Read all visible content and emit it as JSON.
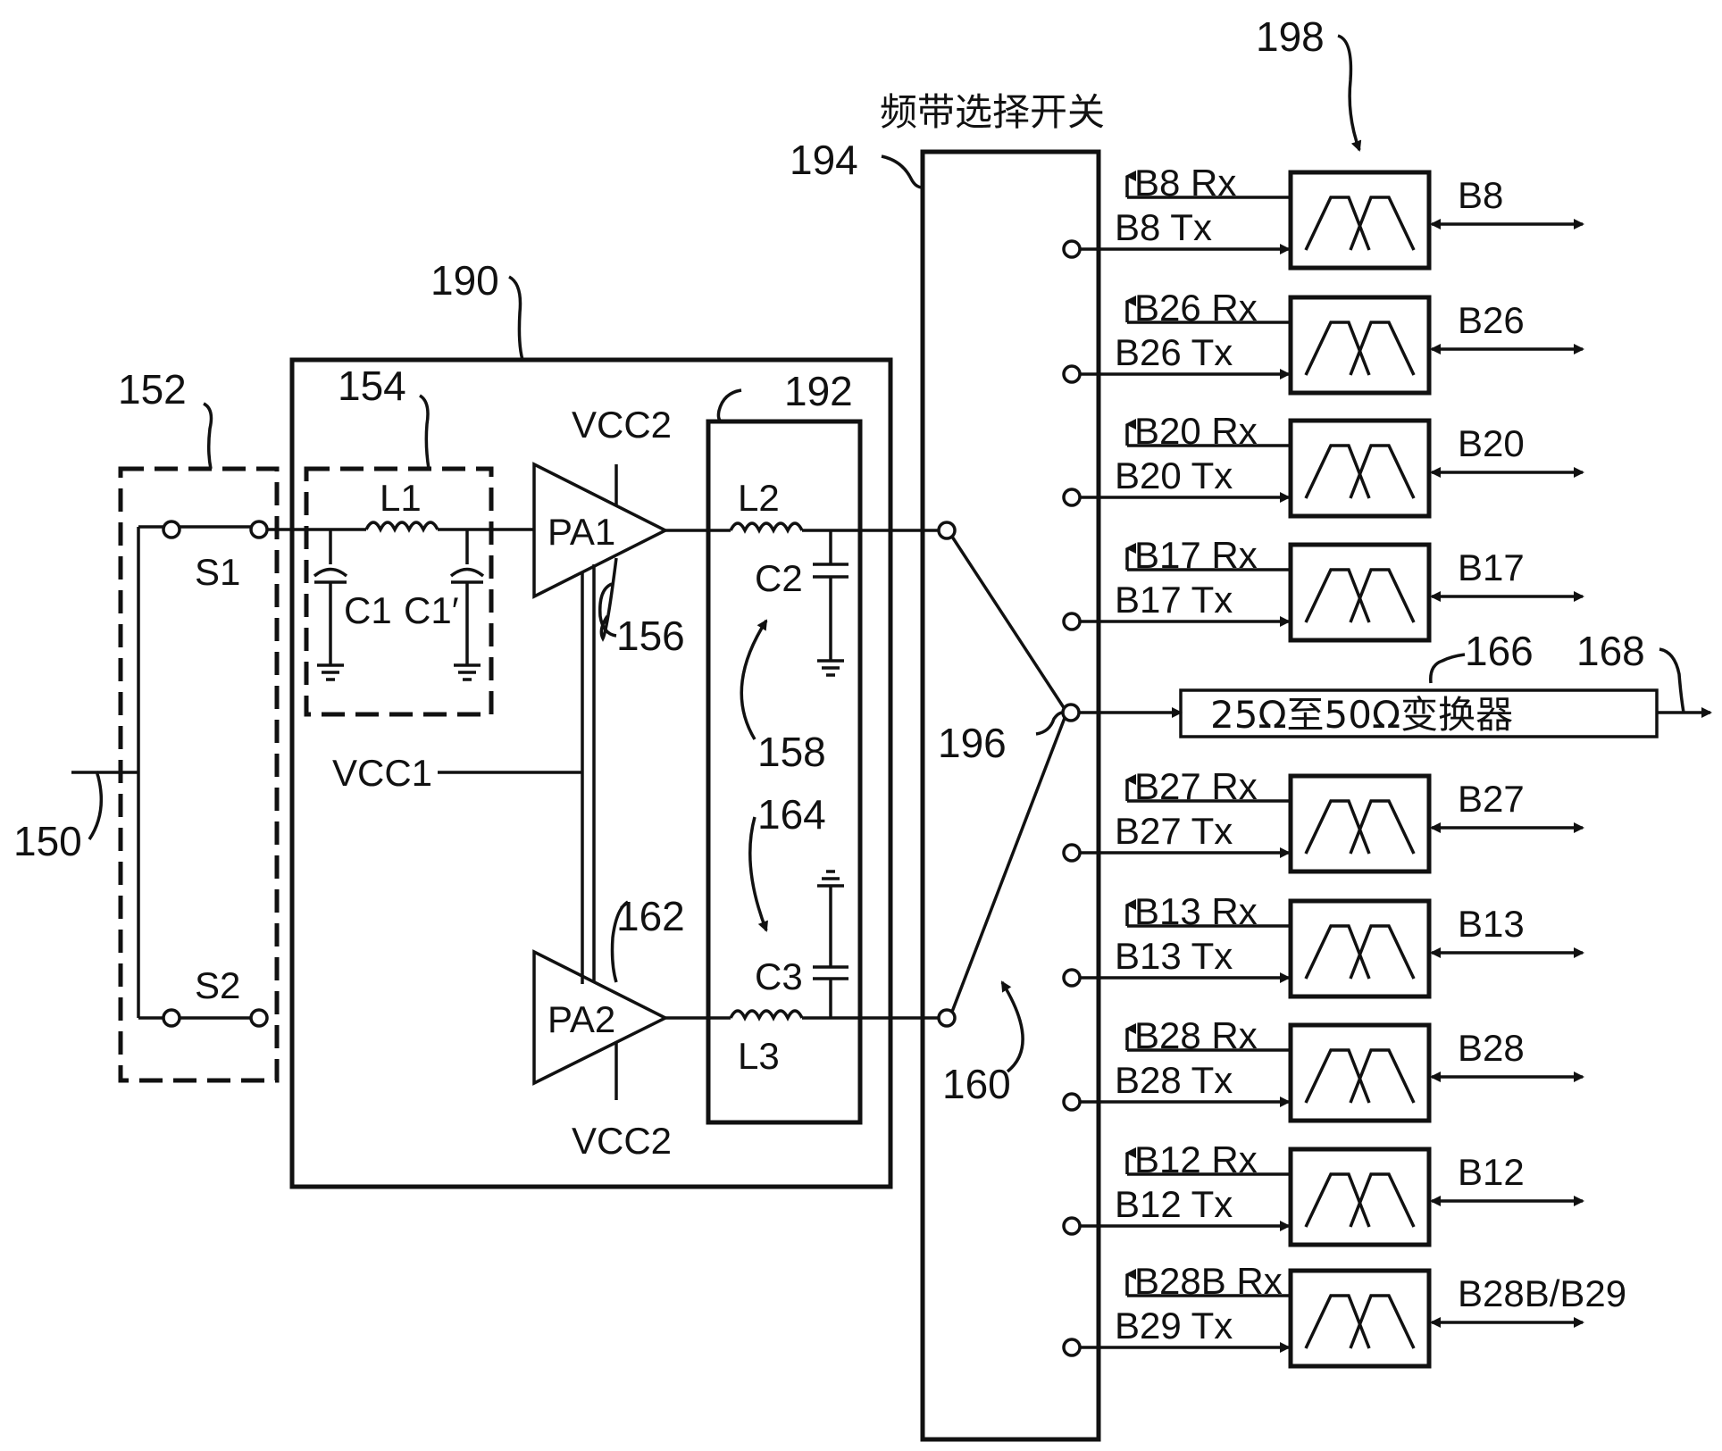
{
  "labels": {
    "ref_150": "150",
    "ref_152": "152",
    "ref_154": "154",
    "ref_156": "156",
    "ref_158": "158",
    "ref_160": "160",
    "ref_162": "162",
    "ref_164": "164",
    "ref_166": "166",
    "ref_168": "168",
    "ref_190": "190",
    "ref_192": "192",
    "ref_194": "194",
    "ref_196": "196",
    "ref_198": "198",
    "s1": "S1",
    "s2": "S2",
    "l1": "L1",
    "l2": "L2",
    "l3": "L3",
    "c1": "C1",
    "c1p": "C1′",
    "c2": "C2",
    "c3": "C3",
    "pa1": "PA1",
    "pa2": "PA2",
    "vcc2_top": "VCC2",
    "vcc2_bottom": "VCC2",
    "vcc1": "VCC1",
    "band_switch": "频带选择开关",
    "transformer": "25Ω至50Ω变换器"
  },
  "bands": [
    {
      "rx": "B8  Rx",
      "tx": "B8  Tx",
      "out": "B8"
    },
    {
      "rx": "B26  Rx",
      "tx": "B26  Tx",
      "out": "B26"
    },
    {
      "rx": "B20  Rx",
      "tx": "B20  Tx",
      "out": "B20"
    },
    {
      "rx": "B17  Rx",
      "tx": "B17  Tx",
      "out": "B17"
    },
    {
      "rx": "B27  Rx",
      "tx": "B27  Tx",
      "out": "B27"
    },
    {
      "rx": "B13  Rx",
      "tx": "B13  Tx",
      "out": "B13"
    },
    {
      "rx": "B28  Rx",
      "tx": "B28  Tx",
      "out": "B28"
    },
    {
      "rx": "B12  Rx",
      "tx": "B12  Tx",
      "out": "B12"
    },
    {
      "rx": "B28B  Rx",
      "tx": "B29  Tx",
      "out": "B28B/B29"
    }
  ]
}
